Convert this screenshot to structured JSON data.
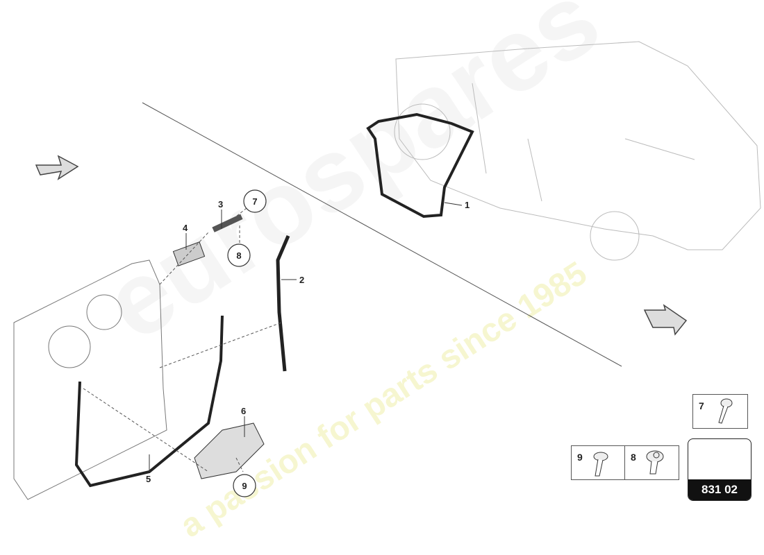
{
  "diagram": {
    "callouts": [
      "1",
      "2",
      "3",
      "4",
      "5",
      "6"
    ],
    "circled_refs": [
      "7",
      "8",
      "9"
    ],
    "fastener_boxes": [
      {
        "number": "7",
        "icon": "screw-icon"
      },
      {
        "number": "9",
        "icon": "flange-bolt-icon"
      },
      {
        "number": "8",
        "icon": "washer-screw-icon"
      }
    ],
    "diagram_code": "831 02"
  },
  "watermark": {
    "brand": "eurospares",
    "tagline": "a passion for parts since 1985"
  }
}
